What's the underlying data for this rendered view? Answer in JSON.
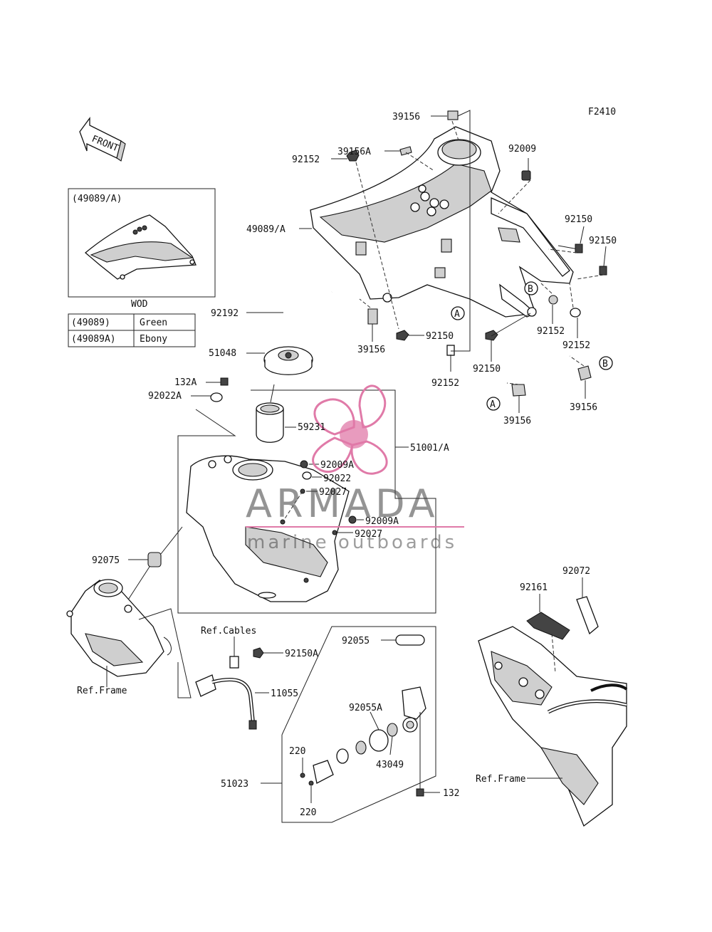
{
  "figure_id": "F2410",
  "front_arrow_label": "FRONT",
  "inset": {
    "title": "(49089/A)",
    "caption": "WOD",
    "table": [
      {
        "part": "(49089)",
        "color": "Green"
      },
      {
        "part": "(49089A)",
        "color": "Ebony"
      }
    ]
  },
  "callouts": [
    {
      "id": "c-39156-top",
      "text": "39156"
    },
    {
      "id": "c-39156a",
      "text": "39156A"
    },
    {
      "id": "c-92152-a",
      "text": "92152"
    },
    {
      "id": "c-92009",
      "text": "92009"
    },
    {
      "id": "c-92150-a",
      "text": "92150"
    },
    {
      "id": "c-92150-b",
      "text": "92150"
    },
    {
      "id": "c-49089a",
      "text": "49089/A"
    },
    {
      "id": "c-92192",
      "text": "92192"
    },
    {
      "id": "c-51048",
      "text": "51048"
    },
    {
      "id": "c-39156-b",
      "text": "39156"
    },
    {
      "id": "c-92150-c",
      "text": "92150"
    },
    {
      "id": "c-92152-b",
      "text": "92152"
    },
    {
      "id": "c-92152-c",
      "text": "92152"
    },
    {
      "id": "c-92150-d",
      "text": "92150"
    },
    {
      "id": "c-92152-d",
      "text": "92152"
    },
    {
      "id": "c-132a",
      "text": "132A"
    },
    {
      "id": "c-92022a",
      "text": "92022A"
    },
    {
      "id": "c-39156-c",
      "text": "39156"
    },
    {
      "id": "c-39156-d",
      "text": "39156"
    },
    {
      "id": "c-59231",
      "text": "59231"
    },
    {
      "id": "c-51001a",
      "text": "51001/A"
    },
    {
      "id": "c-92009a-1",
      "text": "92009A"
    },
    {
      "id": "c-92022",
      "text": "92022"
    },
    {
      "id": "c-92027-1",
      "text": "92027"
    },
    {
      "id": "c-92009a-2",
      "text": "92009A"
    },
    {
      "id": "c-92027-2",
      "text": "92027"
    },
    {
      "id": "c-92075",
      "text": "92075"
    },
    {
      "id": "c-92072",
      "text": "92072"
    },
    {
      "id": "c-92161",
      "text": "92161"
    },
    {
      "id": "c-refcables",
      "text": "Ref.Cables"
    },
    {
      "id": "c-92150a",
      "text": "92150A"
    },
    {
      "id": "c-92055",
      "text": "92055"
    },
    {
      "id": "c-11055",
      "text": "11055"
    },
    {
      "id": "c-refframe-l",
      "text": "Ref.Frame"
    },
    {
      "id": "c-92055a",
      "text": "92055A"
    },
    {
      "id": "c-220-a",
      "text": "220"
    },
    {
      "id": "c-43049",
      "text": "43049"
    },
    {
      "id": "c-51023",
      "text": "51023"
    },
    {
      "id": "c-132",
      "text": "132"
    },
    {
      "id": "c-220-b",
      "text": "220"
    },
    {
      "id": "c-refframe-r",
      "text": "Ref.Frame"
    }
  ],
  "ref_markers": [
    {
      "id": "m-b1",
      "text": "B"
    },
    {
      "id": "m-a1",
      "text": "A"
    },
    {
      "id": "m-b2",
      "text": "B"
    },
    {
      "id": "m-a2",
      "text": "A"
    }
  ],
  "watermark": {
    "brand": "ARMADA",
    "tagline": "marine outboards",
    "accent_color": "#e07aa8"
  }
}
